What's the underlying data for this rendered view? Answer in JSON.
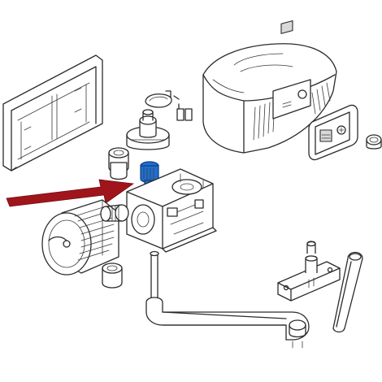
{
  "diagram": {
    "highlight_color": "#1f6fd1",
    "arrow_color": "#a0151b",
    "line_color": "#2b2b2b",
    "background": "#ffffff",
    "parts": [
      "mounting-bracket",
      "cover-housing",
      "selector-panel",
      "key-panel",
      "cap-plug",
      "circlip",
      "release-shaft",
      "bearing-bushing",
      "highlighted-pinion",
      "gearbox",
      "electric-motor",
      "worm-screw",
      "spacer-bushing",
      "transmission-arm",
      "fixing-plate",
      "straight-arm"
    ]
  }
}
